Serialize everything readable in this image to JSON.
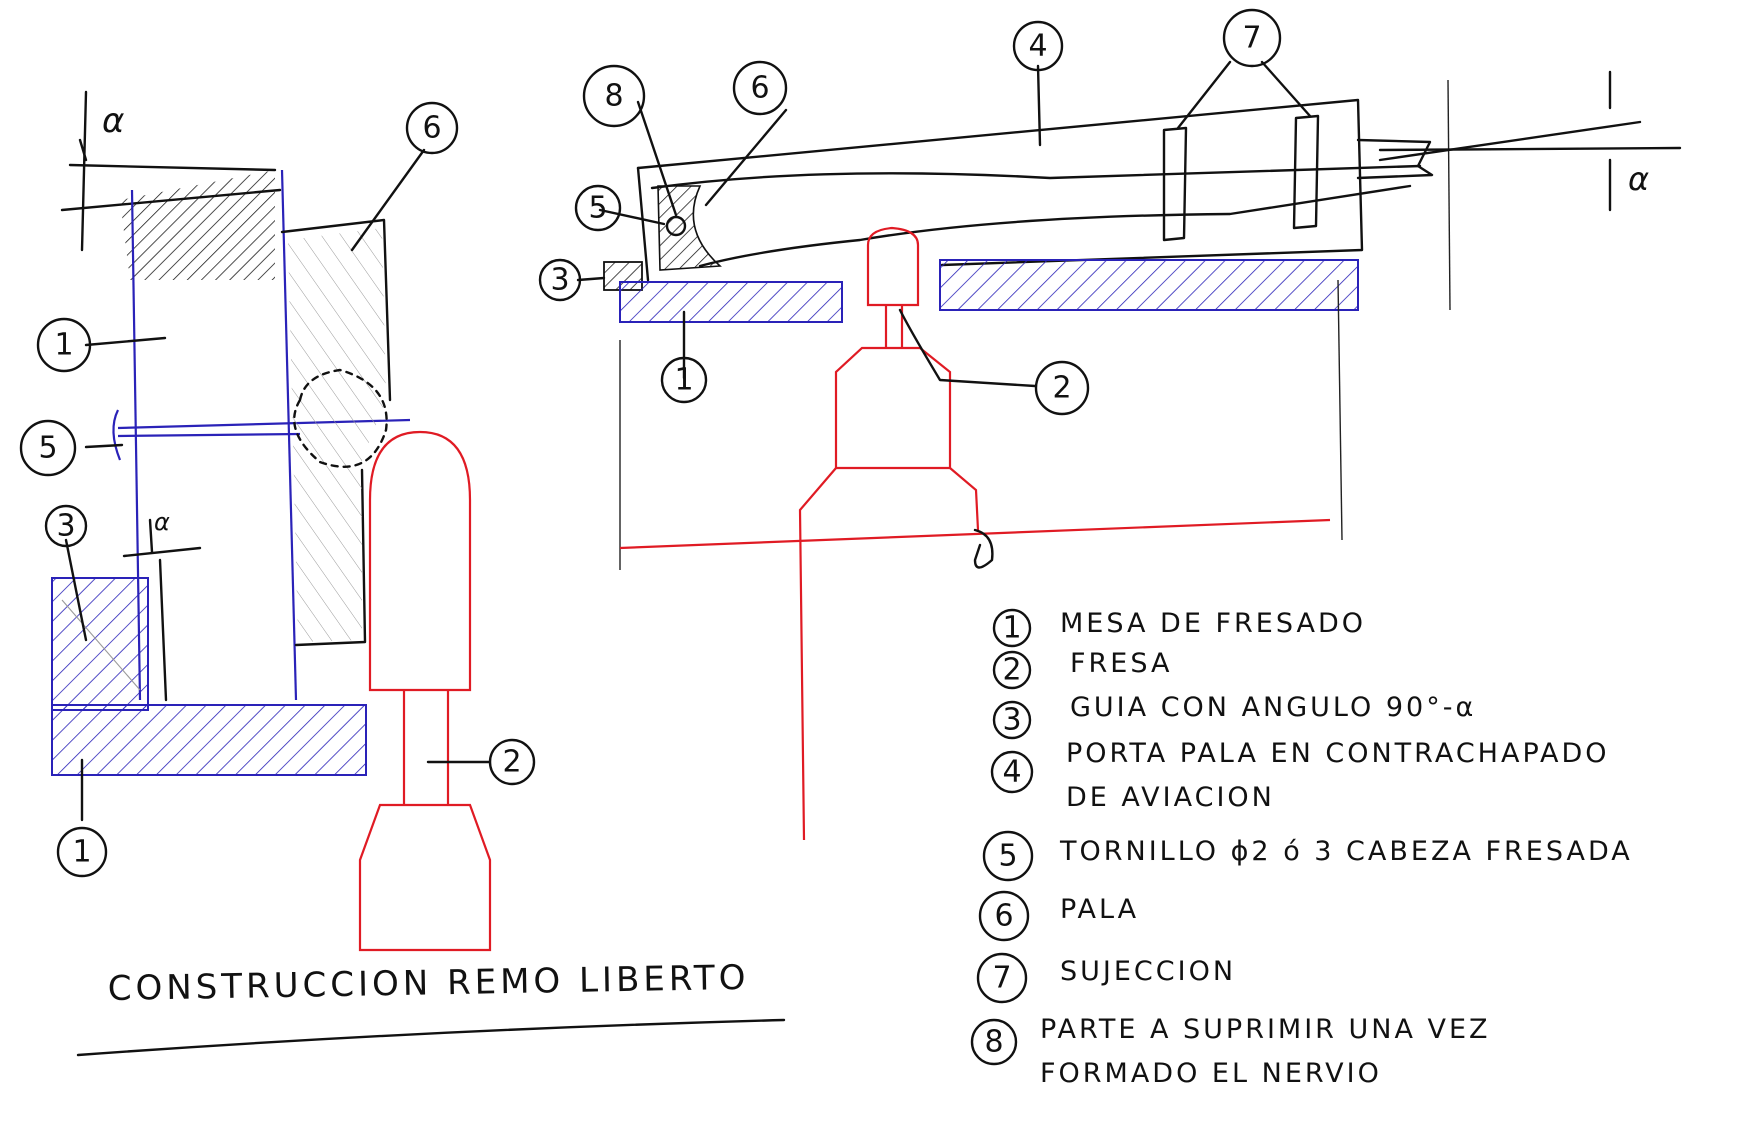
{
  "title": "CONSTRUCCION REMO LIBERTO",
  "alpha": "α",
  "callouts": {
    "c1": "1",
    "c2": "2",
    "c3": "3",
    "c4": "4",
    "c5": "5",
    "c6": "6",
    "c7": "7",
    "c8": "8"
  },
  "legend": [
    {
      "num": "1",
      "text": "MESA DE FRESADO"
    },
    {
      "num": "2",
      "text": "FRESA"
    },
    {
      "num": "3",
      "text": "GUIA CON ANGULO 90°-α"
    },
    {
      "num": "4",
      "text": "PORTA PALA EN CONTRACHAPADO",
      "text2": "DE AVIACION"
    },
    {
      "num": "5",
      "text": "TORNILLO ϕ2 ó 3 CABEZA FRESADA"
    },
    {
      "num": "6",
      "text": "PALA"
    },
    {
      "num": "7",
      "text": "SUJECCION"
    },
    {
      "num": "8",
      "text": "PARTE A SUPRIMIR UNA VEZ",
      "text2": "FORMADO EL NERVIO"
    }
  ],
  "colors": {
    "ink": "#111111",
    "blue": "#2a22b8",
    "red": "#e01b24",
    "pencil": "#9a9a9a"
  }
}
